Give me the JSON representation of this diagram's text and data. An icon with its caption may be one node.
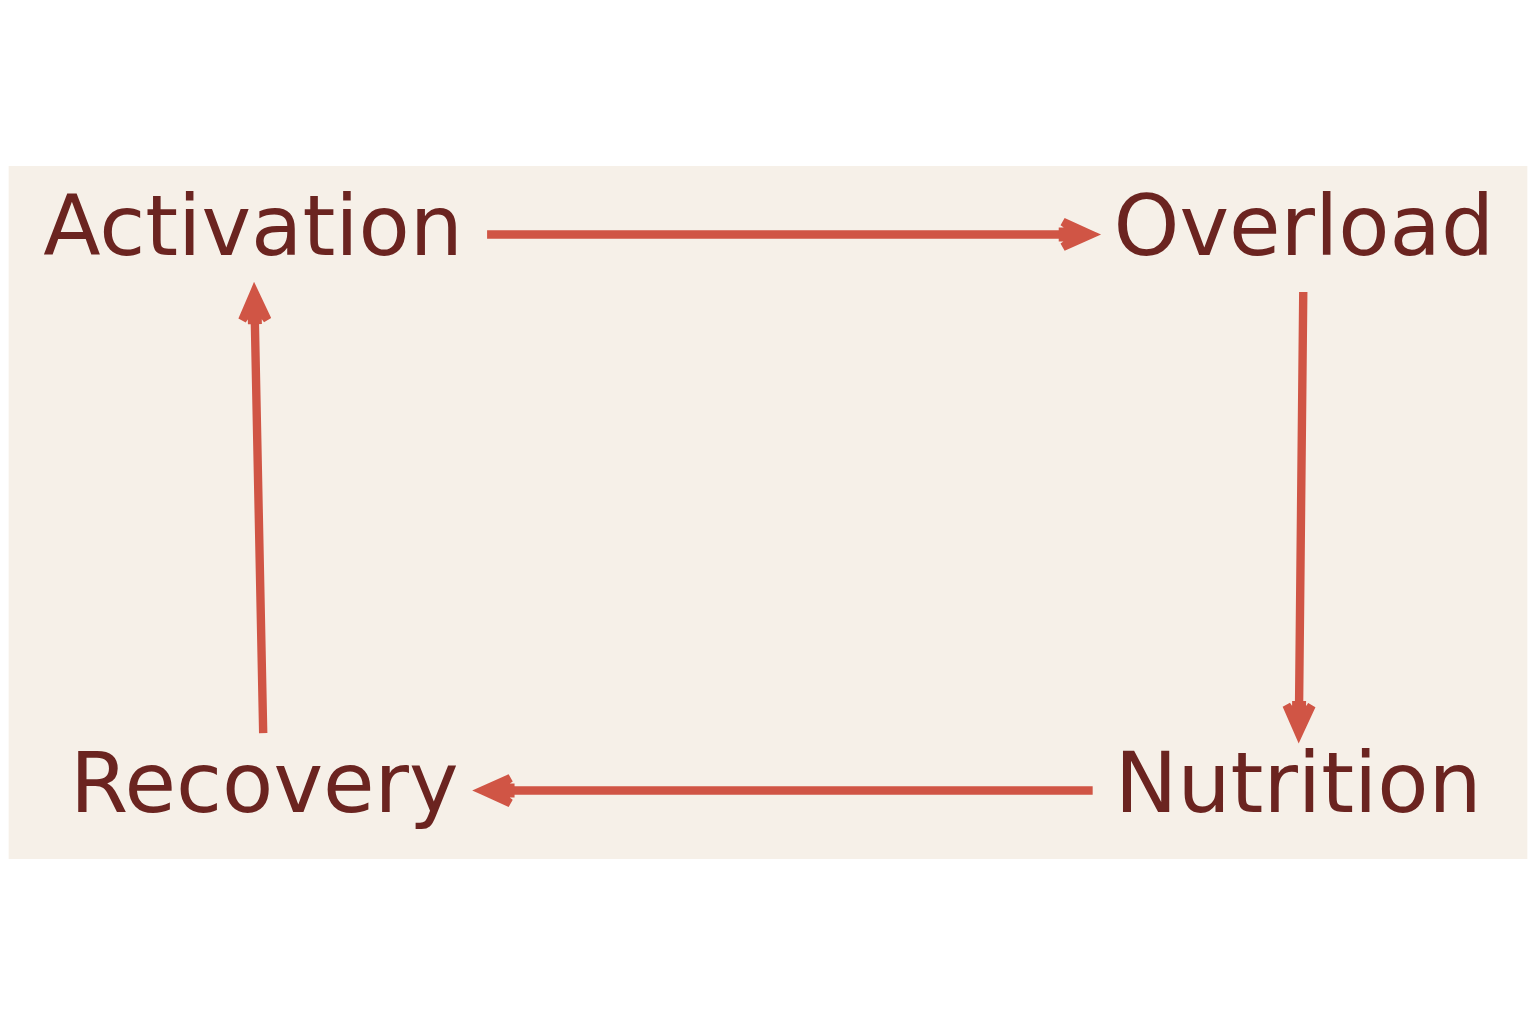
{
  "diagram": {
    "nodes": [
      {
        "text": [
          "Activation"
        ]
      },
      {
        "text": [
          "Overload"
        ]
      },
      {
        "text": [
          "Nutrition"
        ]
      },
      {
        "text": [
          "Recovery"
        ]
      }
    ],
    "edges": [
      {
        "from": 0,
        "to": 1,
        "arrow": "to"
      },
      {
        "from": 1,
        "to": 2,
        "arrow": "to"
      },
      {
        "from": 2,
        "to": 3,
        "arrow": "to"
      },
      {
        "from": 3,
        "to": 0,
        "arrow": "to"
      }
    ]
  }
}
